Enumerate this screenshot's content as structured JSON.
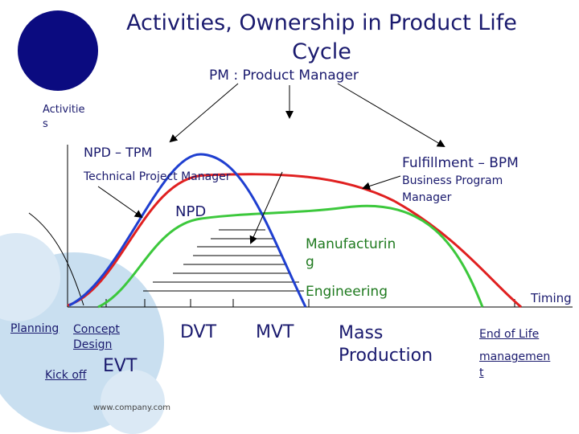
{
  "title": {
    "line1": "Activities, Ownership in Product Life",
    "line2": "Cycle"
  },
  "pm_label": "PM : Product Manager",
  "axes": {
    "y_label_line1": "Activitie",
    "y_label_line2": "s",
    "x_label": "Timing"
  },
  "roles": {
    "npd_tpm": "NPD – TPM",
    "tpm_full": "Technical Project Manager",
    "fulfillment_bpm": "Fulfillment – BPM",
    "bpm_full_line1": "Business Program",
    "bpm_full_line2": "Manager"
  },
  "curves": {
    "npd": "NPD",
    "manufacturing_line1": "Manufacturin",
    "manufacturing_line2": "g",
    "engineering": "Engineering"
  },
  "phases": {
    "planning": "Planning",
    "concept_line1": "Concept",
    "concept_line2": "Design",
    "kickoff": "Kick off",
    "evt": "EVT",
    "dvt": "DVT",
    "mvt": "MVT",
    "mass_line1": "Mass",
    "mass_line2": "Production",
    "eol_line1": "End of Life",
    "eol_line2": "managemen",
    "eol_line3": "t"
  },
  "footer_url": "www.company.com",
  "colors": {
    "npd_curve": "#1f3fd0",
    "manufacturing_curve": "#e02020",
    "engineering_curve": "#3cc83c",
    "text": "#1a1a6e",
    "circle": "#0b0b80"
  }
}
